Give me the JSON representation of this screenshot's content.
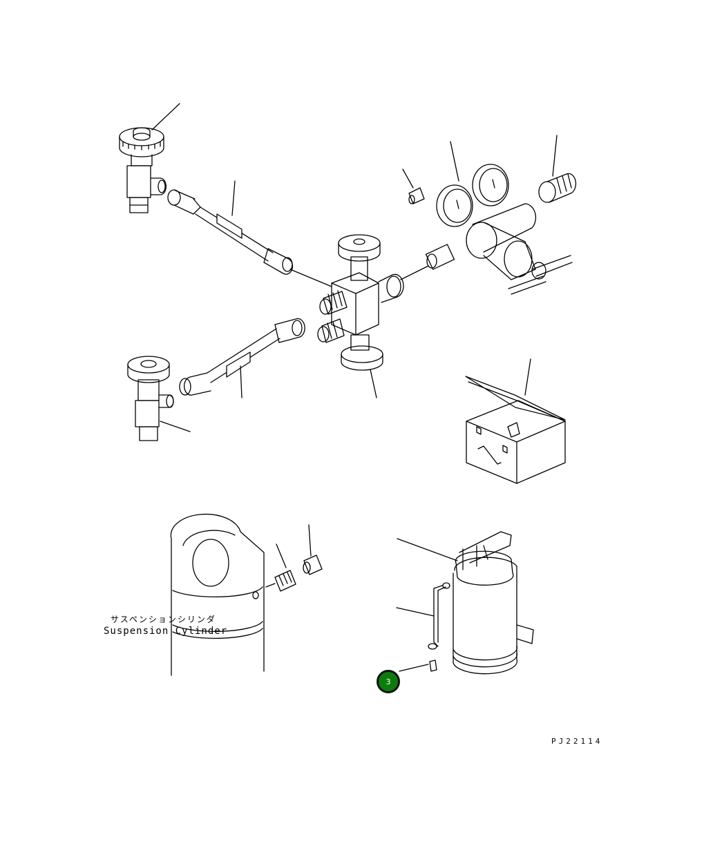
{
  "labels": {
    "component_jp": "サスペンションシリンダ",
    "component_en": "Suspension Cylinder",
    "drawing_code": "PJ22114"
  },
  "callouts": [
    {
      "number": "3",
      "color": "#0a7d0a"
    }
  ],
  "colors": {
    "line": "#000000",
    "background": "#ffffff",
    "callout_fill": "#0a7d0a"
  }
}
